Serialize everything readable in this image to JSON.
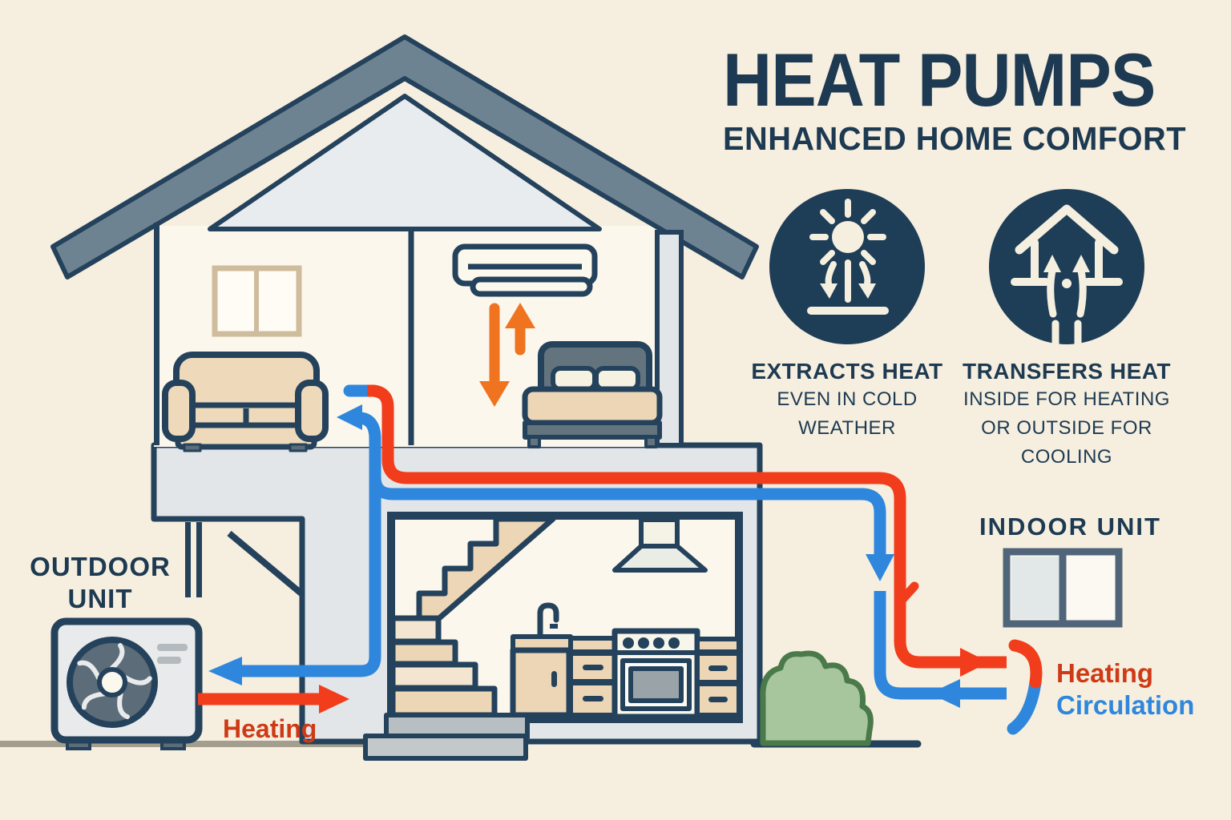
{
  "header": {
    "title": "HEAT PUMPS",
    "subtitle": "ENHANCED HOME COMFORT"
  },
  "benefits": [
    {
      "icon": "sun-extracting-heat-icon",
      "title": "EXTRACTS HEAT",
      "lines": [
        "EVEN IN COLD",
        "WEATHER"
      ]
    },
    {
      "icon": "house-transfer-arrows-icon",
      "title": "TRANSFERS HEAT",
      "lines": [
        "INSIDE FOR HEATING",
        "OR OUTSIDE FOR COOLING"
      ]
    }
  ],
  "diagram": {
    "outdoor_unit_label": "OUTDOOR\nUNIT",
    "indoor_unit_label": "INDOOR UNIT",
    "outdoor_heating_label": "Heating",
    "legend": {
      "heating": "Heating",
      "circulation": "Circulation"
    }
  },
  "colors": {
    "background": "#f6efdf",
    "navy_outline": "#24425c",
    "text_navy": "#1d3a52",
    "icon_circle_navy": "#1e3d57",
    "roof_gray": "#6e8392",
    "panel_gray": "#e3e6e8",
    "interior_cream": "#fbf7ec",
    "beige": "#ecd6b6",
    "arrow_orange": "#f0731f",
    "pipe_red": "#f23d1c",
    "pipe_blue": "#2e87dd",
    "text_red": "#cf3a16",
    "bush_green": "#a7c69e"
  }
}
